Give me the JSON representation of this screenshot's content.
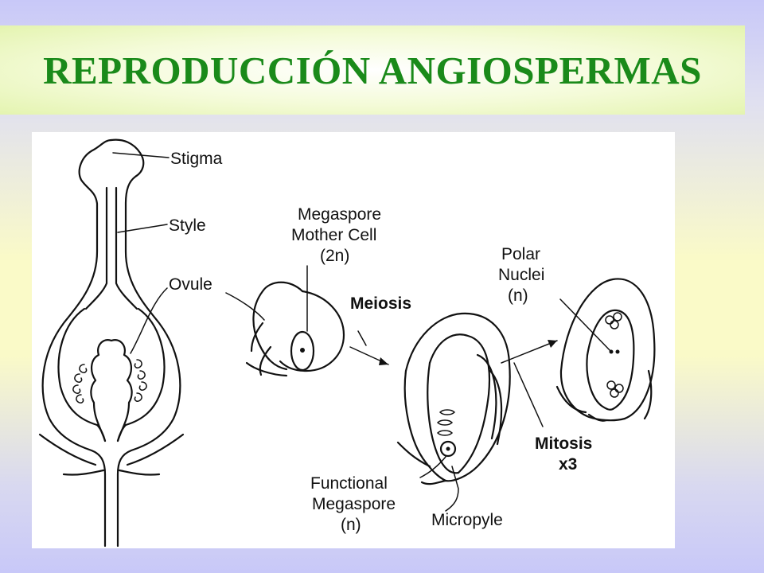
{
  "title": "REPRODUCCIÓN ANGIOSPERMAS",
  "labels": {
    "stigma": "Stigma",
    "style": "Style",
    "ovule": "Ovule",
    "megaspore_mother_cell_l1": "Megaspore",
    "megaspore_mother_cell_l2": "Mother Cell",
    "megaspore_mother_cell_l3": "(2n)",
    "meiosis": "Meiosis",
    "polar_nuclei_l1": "Polar",
    "polar_nuclei_l2": "Nuclei",
    "polar_nuclei_l3": "(n)",
    "mitosis_l1": "Mitosis",
    "mitosis_l2": "x3",
    "functional_megaspore_l1": "Functional",
    "functional_megaspore_l2": "Megaspore",
    "functional_megaspore_l3": "(n)",
    "micropyle": "Micropyle"
  },
  "colors": {
    "title": "#1a8a1a",
    "ink": "#111111"
  }
}
